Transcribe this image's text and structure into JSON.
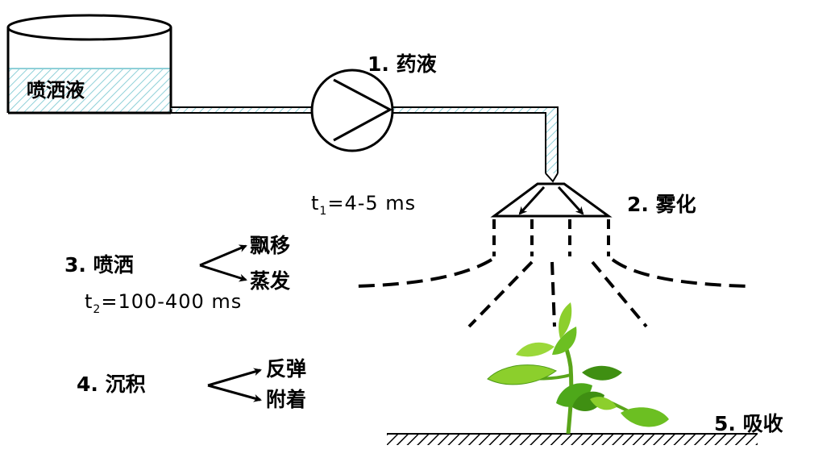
{
  "tank": {
    "label": "喷洒液"
  },
  "steps": {
    "s1": "1. 药液",
    "s2": "2. 雾化",
    "s3": "3. 喷洒",
    "s3a": "飘移",
    "s3b": "蒸发",
    "s4": "4. 沉积",
    "s4a": "反弹",
    "s4b": "附着",
    "s5": "5. 吸收"
  },
  "times": {
    "t1_sym": "t",
    "t1_sub": "1",
    "t1_val": "=4-5 ms",
    "t2_sym": "t",
    "t2_sub": "2",
    "t2_val": "=100-400 ms"
  },
  "colors": {
    "liquid_hatch": "#8fd0d8",
    "leaf_light": "#8ccf2c",
    "leaf_dark": "#3f8f12",
    "stroke": "#000000"
  }
}
